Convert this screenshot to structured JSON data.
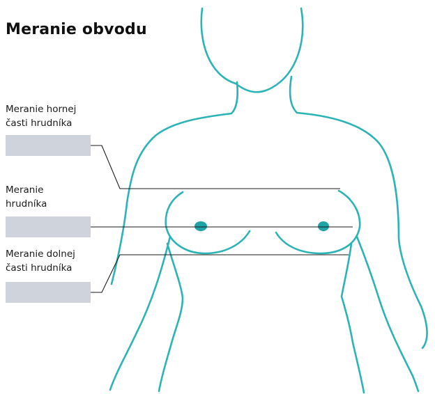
{
  "title": "Meranie obvodu",
  "measurements": [
    {
      "label_line1": "Meranie hornej",
      "label_line2": "časti hrudníka",
      "value": ""
    },
    {
      "label_line1": "Meranie",
      "label_line2": "hrudníka",
      "value": ""
    },
    {
      "label_line1": "Meranie dolnej",
      "label_line2": "časti hrudníka",
      "value": ""
    }
  ],
  "colors": {
    "outline": "#2bb3b6",
    "nipple": "#1fa3a6",
    "field": "#cfd3dc",
    "line": "#1a1a1a"
  }
}
